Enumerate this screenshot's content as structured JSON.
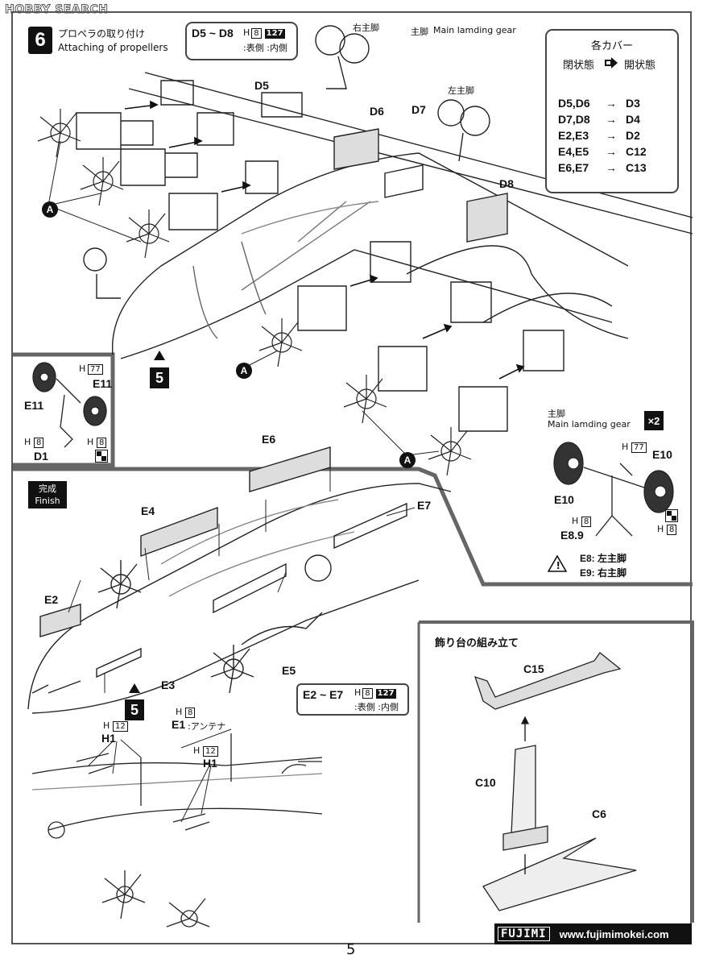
{
  "watermark": "HOBBY SEARCH",
  "step": {
    "number": "6",
    "title_jp": "プロペラの取り付け",
    "title_en": "Attaching of propellers"
  },
  "paint_top": {
    "range": "D5 ~ D8",
    "h_code": "8",
    "code": "127",
    "note": ":表側 :内側"
  },
  "paint_finish": {
    "range": "E2 ~ E7",
    "h_code": "8",
    "code": "127",
    "note": ":表側 :内側"
  },
  "cover_table": {
    "title": "各カバー",
    "subtitle_left": "閉状態",
    "subtitle_right": "開状態",
    "rows": [
      {
        "from": "D5,D6",
        "arrow": "→",
        "to": "D3"
      },
      {
        "from": "D7,D8",
        "arrow": "→",
        "to": "D4"
      },
      {
        "from": "E2,E3",
        "arrow": "→",
        "to": "D2"
      },
      {
        "from": "E4,E5",
        "arrow": "→",
        "to": "C12"
      },
      {
        "from": "E6,E7",
        "arrow": "→",
        "to": "C13"
      }
    ]
  },
  "gear_labels": {
    "right_main_jp": "右主脚",
    "main_jp": "主脚",
    "main_en": "Main lamding gear",
    "left_main_jp": "左主脚"
  },
  "parts_top": {
    "d5": "D5",
    "d6": "D6",
    "d7": "D7",
    "d8": "D8"
  },
  "callout_a": "A",
  "step_ref": "5",
  "nose_gear": {
    "h77": "77",
    "e11_a": "E11",
    "e11_b": "E11",
    "d1": "D1",
    "h8_a": "8",
    "h8_b": "8",
    "h": "H"
  },
  "main_gear_box": {
    "title_jp": "主脚",
    "title_en": "Main lamding gear",
    "multiplier": "×2",
    "h77": "77",
    "e10_a": "E10",
    "e10_b": "E10",
    "e89": "E8.9",
    "h8_a": "8",
    "h8_b": "8",
    "h": "H",
    "warn_e8": "E8: 左主脚",
    "warn_e9": "E9: 右主脚"
  },
  "finish": {
    "jp": "完成",
    "en": "Finish"
  },
  "finish_parts": {
    "e2": "E2",
    "e3": "E3",
    "e4": "E4",
    "e5": "E5",
    "e6": "E6",
    "e7": "E7"
  },
  "antenna": {
    "h8": "8",
    "e1": "E1",
    "e1_note": ":アンテナ",
    "h12_a": "12",
    "h1_a": "H1",
    "h12_b": "12",
    "h1_b": "H1",
    "h": "H"
  },
  "stand": {
    "title": "飾り台の組み立て",
    "c15": "C15",
    "c10": "C10",
    "c6": "C6"
  },
  "footer": {
    "logo": "FUJIMI",
    "url": "www.fujimimokei.com"
  },
  "page_number": "5"
}
